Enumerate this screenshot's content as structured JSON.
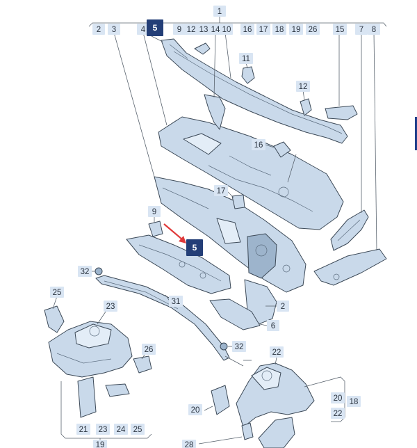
{
  "highlight_color": "#233e77",
  "tag_color": "#d9e5f3",
  "callouts": {
    "c1": "1",
    "c2_top": "2",
    "c3": "3",
    "c4": "4",
    "c5_top": "5",
    "c9_top": "9",
    "c12_top": "12",
    "c13": "13",
    "c14": "14",
    "c10": "10",
    "c16_top": "16",
    "c17_top": "17",
    "c18_top": "18",
    "c19": "19",
    "c26_top": "26",
    "c15": "15",
    "c7": "7",
    "c8": "8",
    "c11": "11",
    "c12": "12",
    "c16": "16",
    "c17": "17",
    "c9": "9",
    "c5": "5",
    "c32_a": "32",
    "c25_a": "25",
    "c23_a": "23",
    "c31": "31",
    "c2": "2",
    "c6": "6",
    "c32_b": "32",
    "c26": "26",
    "c22_a": "22",
    "c20_a": "20",
    "c18": "18",
    "c22_b": "22",
    "c20_b": "20",
    "c21": "21",
    "c23_b": "23",
    "c24": "24",
    "c25_b": "25",
    "c19_bottom": "19",
    "c28": "28"
  }
}
